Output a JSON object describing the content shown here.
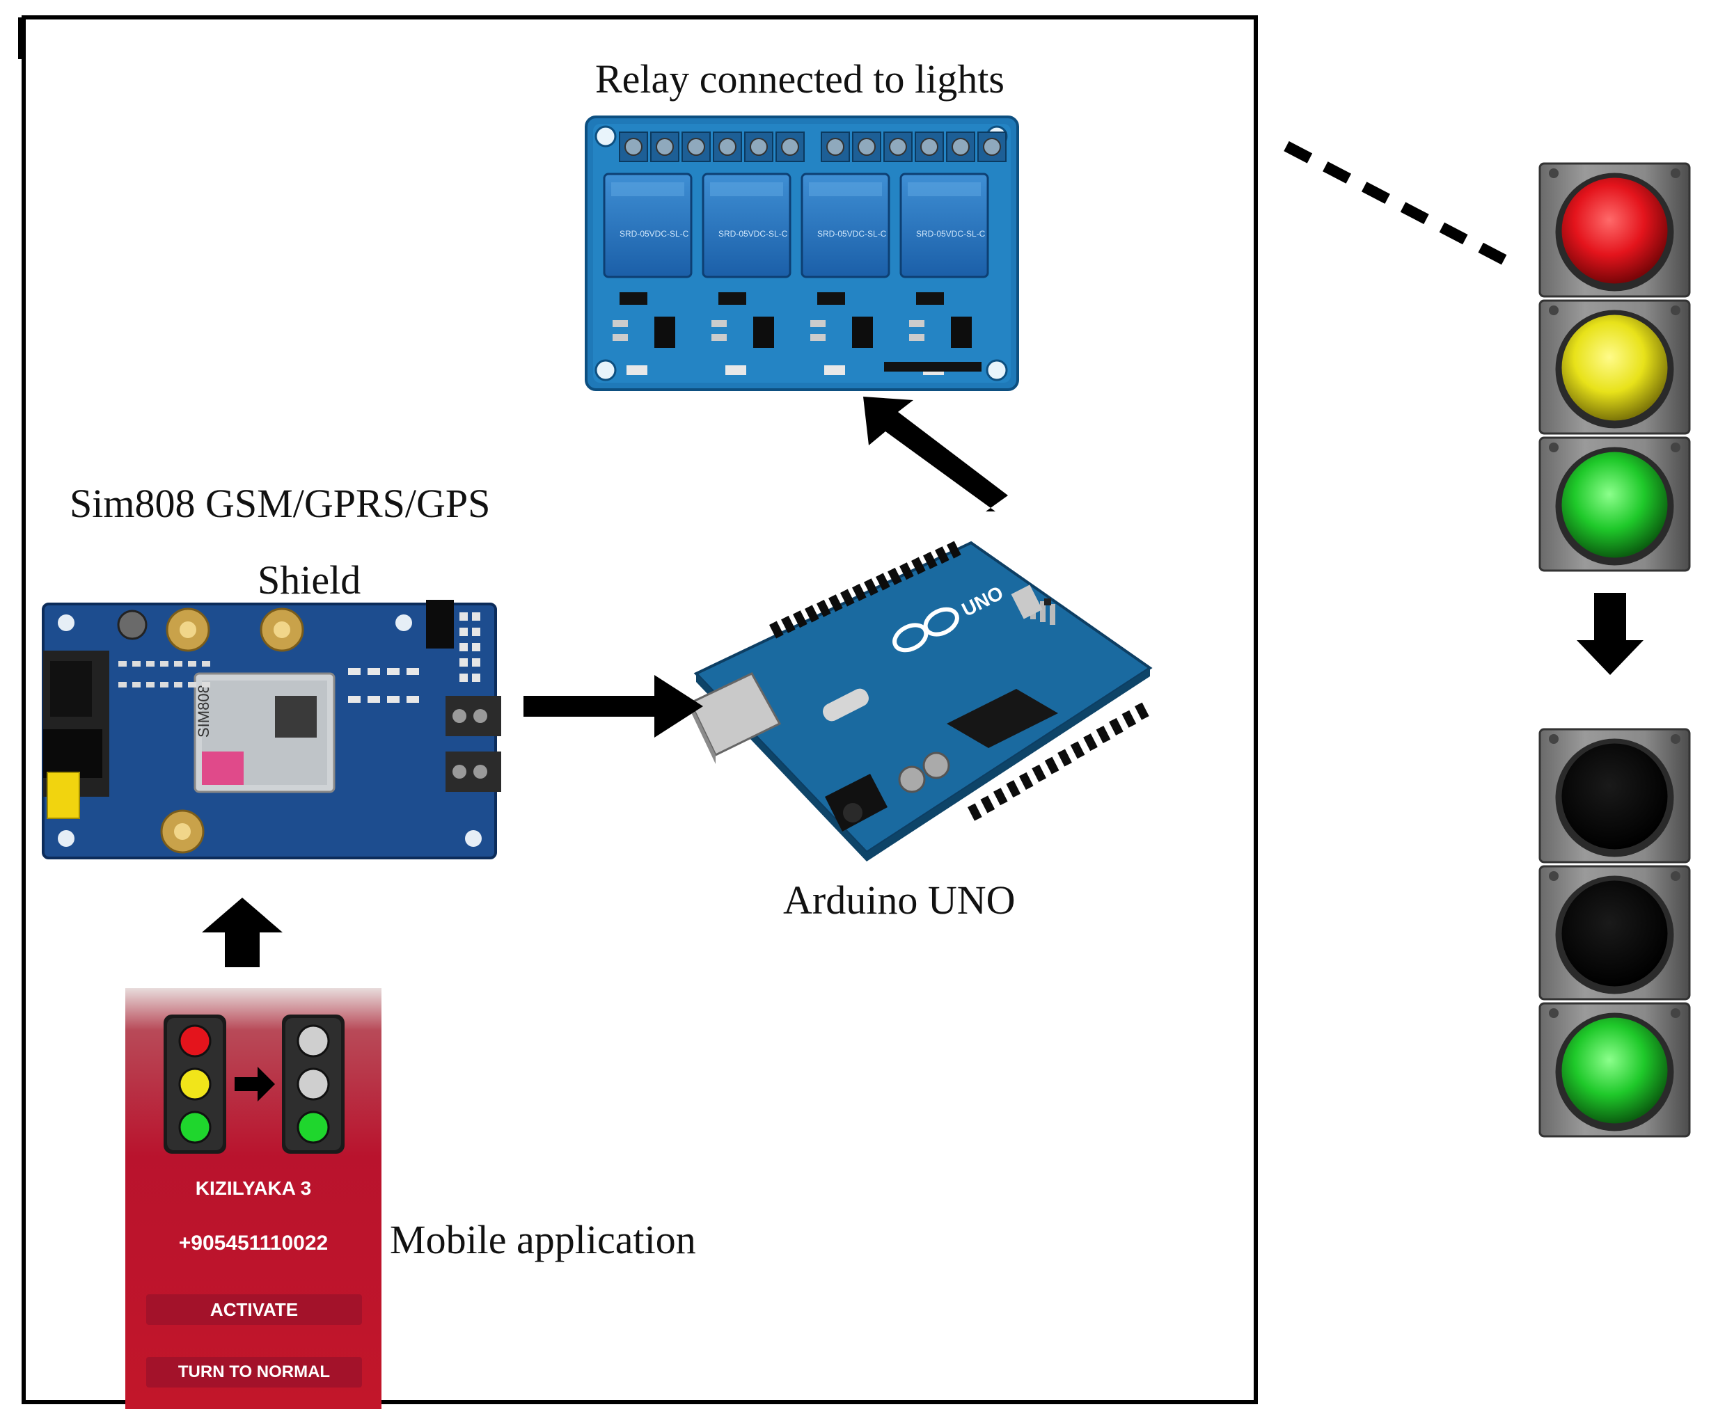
{
  "labels": {
    "relay": "Relay connected to lights",
    "sim808_line1": "Sim808 GSM/GPRS/GPS",
    "sim808_line2": "Shield",
    "arduino": "Arduino UNO",
    "mobile": "Mobile application"
  },
  "mobile_app": {
    "location": "KIZILYAKA 3",
    "phone": "+905451110022",
    "activate_label": "ACTIVATE",
    "normal_label": "TURN TO NORMAL"
  },
  "boards": {
    "relay_chip_text": "SRD-05VDC-SL-C",
    "sim_chip_text": "SIM808",
    "arduino_logo_text": "UNO"
  },
  "colors": {
    "pcb_blue": "#1f6fa8",
    "sim_pcb": "#1d4d8f",
    "arduino_pcb": "#1a6aa0",
    "light_red": "#e4141c",
    "light_yellow": "#e8e21a",
    "light_green": "#1fc92a",
    "light_off": "#050505",
    "app_red": "#b9132d"
  }
}
